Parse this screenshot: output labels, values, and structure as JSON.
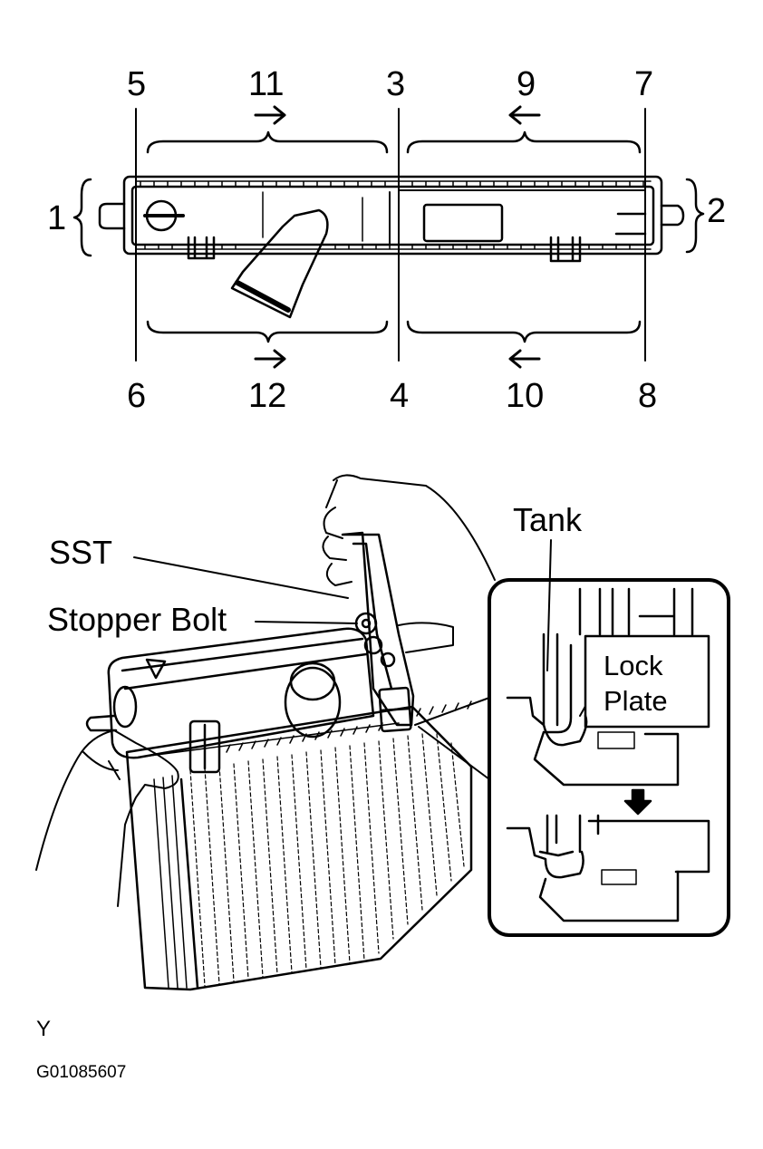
{
  "sequence_numbers": {
    "n1": "1",
    "n2": "2",
    "n3": "3",
    "n4": "4",
    "n5": "5",
    "n6": "6",
    "n7": "7",
    "n8": "8",
    "n9": "9",
    "n10": "10",
    "n11": "11",
    "n12": "12"
  },
  "labels": {
    "sst": "SST",
    "stopper_bolt": "Stopper Bolt",
    "tank": "Tank",
    "lock": "Lock",
    "plate": "Plate"
  },
  "footer": {
    "view_letter": "Y",
    "figure_code": "G01085607"
  },
  "icons": {
    "arrow_right": "arrow-right-icon",
    "arrow_left": "arrow-left-icon",
    "arrow_down": "arrow-down-icon"
  }
}
